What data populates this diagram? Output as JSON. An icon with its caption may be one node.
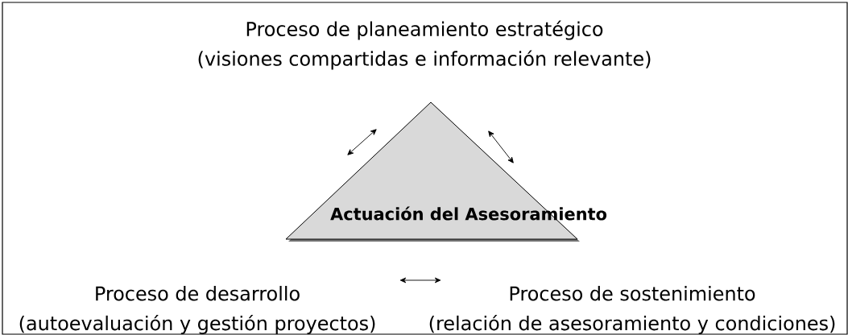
{
  "diagram": {
    "nodes": [
      {
        "text": [
          "Proceso de planeamiento estratégico",
          "(visiones compartidas e información relevante)"
        ]
      },
      {
        "text": [
          "Actuación del Asesoramiento"
        ]
      },
      {
        "text": [
          "Proceso de desarrollo",
          "(autoevaluación y gestión proyectos)"
        ]
      },
      {
        "text": [
          "Proceso de sostenimiento",
          "(relación de asesoramiento y condiciones)"
        ]
      }
    ],
    "edges": [
      {
        "from": 2,
        "to": 3,
        "arrow": "both"
      }
    ]
  }
}
